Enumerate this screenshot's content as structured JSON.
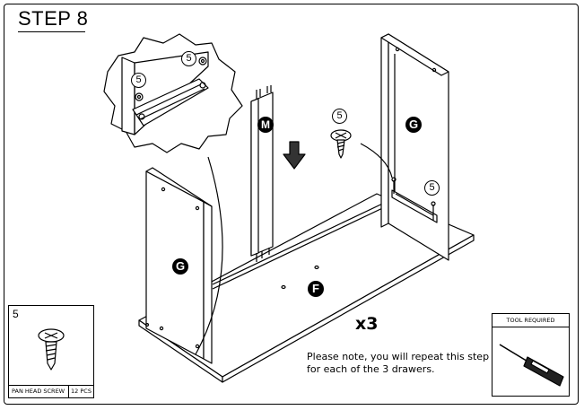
{
  "header": {
    "step_title": "STEP 8"
  },
  "parts": {
    "side_panel_label": "G",
    "back_panel_label": "M",
    "bottom_panel_label": "F",
    "screw_callout": "5"
  },
  "instruction": {
    "multiplier": "x3",
    "note": "Please note, you will repeat this step for each of the 3 drawers."
  },
  "hardware": {
    "part_number": "5",
    "name": "PAN HEAD SCREW",
    "count": "12 PCS"
  },
  "tools": {
    "heading": "TOOL REQUIRED",
    "icon": "screwdriver-icon"
  }
}
